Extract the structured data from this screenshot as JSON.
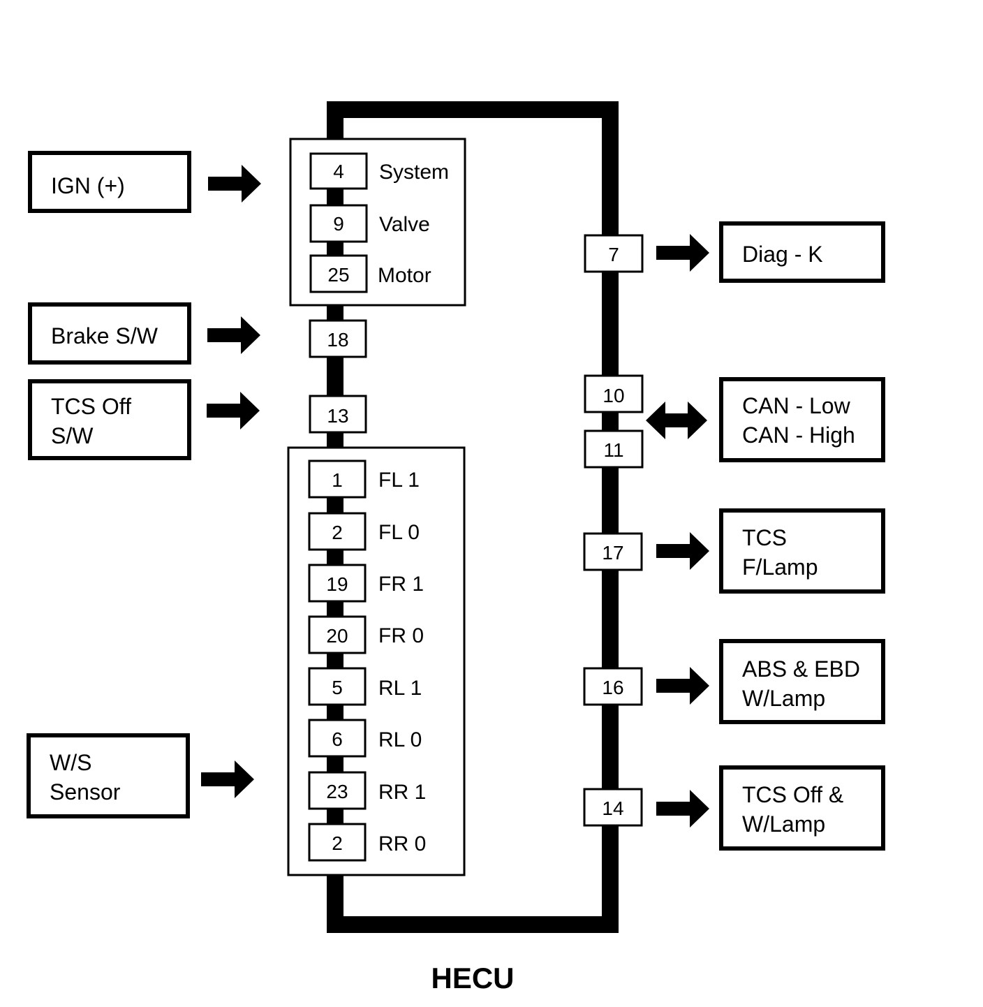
{
  "title": "HECU",
  "inputs": {
    "ign": {
      "lines": [
        "IGN (+)"
      ]
    },
    "brake": {
      "lines": [
        "Brake S/W"
      ]
    },
    "tcs_off_sw": {
      "lines": [
        "TCS Off",
        "S/W"
      ]
    },
    "ws_sensor": {
      "lines": [
        "W/S",
        "Sensor"
      ]
    }
  },
  "power_group": [
    {
      "pin": "4",
      "label": "System"
    },
    {
      "pin": "9",
      "label": "Valve"
    },
    {
      "pin": "25",
      "label": "Motor"
    }
  ],
  "left_pins": {
    "brake": "18",
    "tcs_off": "13"
  },
  "wheel_group": [
    {
      "pin": "1",
      "label": "FL 1"
    },
    {
      "pin": "2",
      "label": "FL 0"
    },
    {
      "pin": "19",
      "label": "FR 1"
    },
    {
      "pin": "20",
      "label": "FR 0"
    },
    {
      "pin": "5",
      "label": "RL 1"
    },
    {
      "pin": "6",
      "label": "RL 0"
    },
    {
      "pin": "23",
      "label": "RR 1"
    },
    {
      "pin": "2",
      "label": "RR 0"
    }
  ],
  "right_pins": {
    "diag": "7",
    "can_low": "10",
    "can_high": "11",
    "tcs_flamp": "17",
    "abs_ebd": "16",
    "tcs_off_wlamp": "14"
  },
  "outputs": {
    "diag": {
      "lines": [
        "Diag - K"
      ]
    },
    "can": {
      "lines": [
        "CAN - Low",
        "CAN - High"
      ]
    },
    "tcs_flamp": {
      "lines": [
        "TCS",
        "F/Lamp"
      ]
    },
    "abs_ebd": {
      "lines": [
        "ABS & EBD",
        "W/Lamp"
      ]
    },
    "tcs_off_wlamp": {
      "lines": [
        "TCS Off &",
        "W/Lamp"
      ]
    }
  }
}
